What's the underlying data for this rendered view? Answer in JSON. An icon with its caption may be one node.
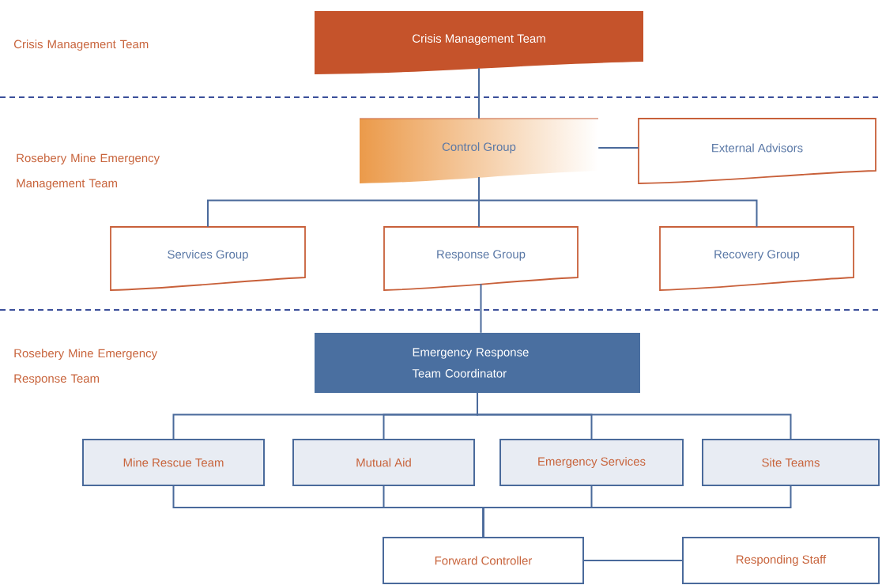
{
  "diagram": {
    "nodes": [
      {
        "text": [
          "Crisis Management Team"
        ]
      },
      {
        "text": [
          "Control Group"
        ]
      },
      {
        "text": [
          "External Advisors"
        ]
      },
      {
        "text": [
          "Services Group"
        ]
      },
      {
        "text": [
          "Response Group"
        ]
      },
      {
        "text": [
          "Recovery Group"
        ]
      },
      {
        "text": [
          "Emergency Response Team Coordinator"
        ]
      },
      {
        "text": [
          "Mine Rescue Team"
        ]
      },
      {
        "text": [
          "Mutual Aid"
        ]
      },
      {
        "text": [
          "Emergency Services"
        ]
      },
      {
        "text": [
          "Site Teams"
        ]
      },
      {
        "text": [
          "Forward Controller"
        ]
      },
      {
        "text": [
          "Responding Staff"
        ]
      }
    ],
    "edges": [
      {
        "from": 0,
        "to": 1,
        "arrow": "none"
      },
      {
        "from": 1,
        "to": 2,
        "arrow": "none"
      },
      {
        "from": 1,
        "to": 3,
        "arrow": "none"
      },
      {
        "from": 1,
        "to": 4,
        "arrow": "none"
      },
      {
        "from": 1,
        "to": 5,
        "arrow": "none"
      },
      {
        "from": 4,
        "to": 6,
        "arrow": "none"
      },
      {
        "from": 6,
        "to": 7,
        "arrow": "none"
      },
      {
        "from": 6,
        "to": 8,
        "arrow": "none"
      },
      {
        "from": 6,
        "to": 9,
        "arrow": "none"
      },
      {
        "from": 6,
        "to": 10,
        "arrow": "none"
      },
      {
        "from": 7,
        "to": 11,
        "arrow": "none"
      },
      {
        "from": 8,
        "to": 11,
        "arrow": "none"
      },
      {
        "from": 9,
        "to": 11,
        "arrow": "none"
      },
      {
        "from": 10,
        "to": 11,
        "arrow": "none"
      },
      {
        "from": 11,
        "to": 12,
        "arrow": "none"
      }
    ],
    "labels": [
      "Crisis Management Team",
      "Rosebery Mine Emergency Management Team",
      "Rosebery Mine Emergency Response Team"
    ]
  }
}
